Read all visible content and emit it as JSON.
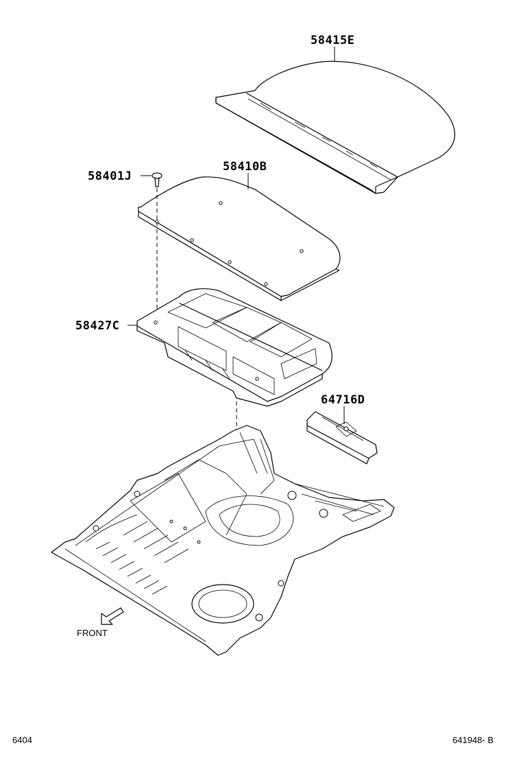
{
  "parts": [
    {
      "id": "58415E"
    },
    {
      "id": "58410B"
    },
    {
      "id": "58401J"
    },
    {
      "id": "58427C"
    },
    {
      "id": "64716D"
    }
  ],
  "labels": {
    "front": "FRONT",
    "page_ref_left": "6404",
    "page_ref_right": "641948- B"
  }
}
